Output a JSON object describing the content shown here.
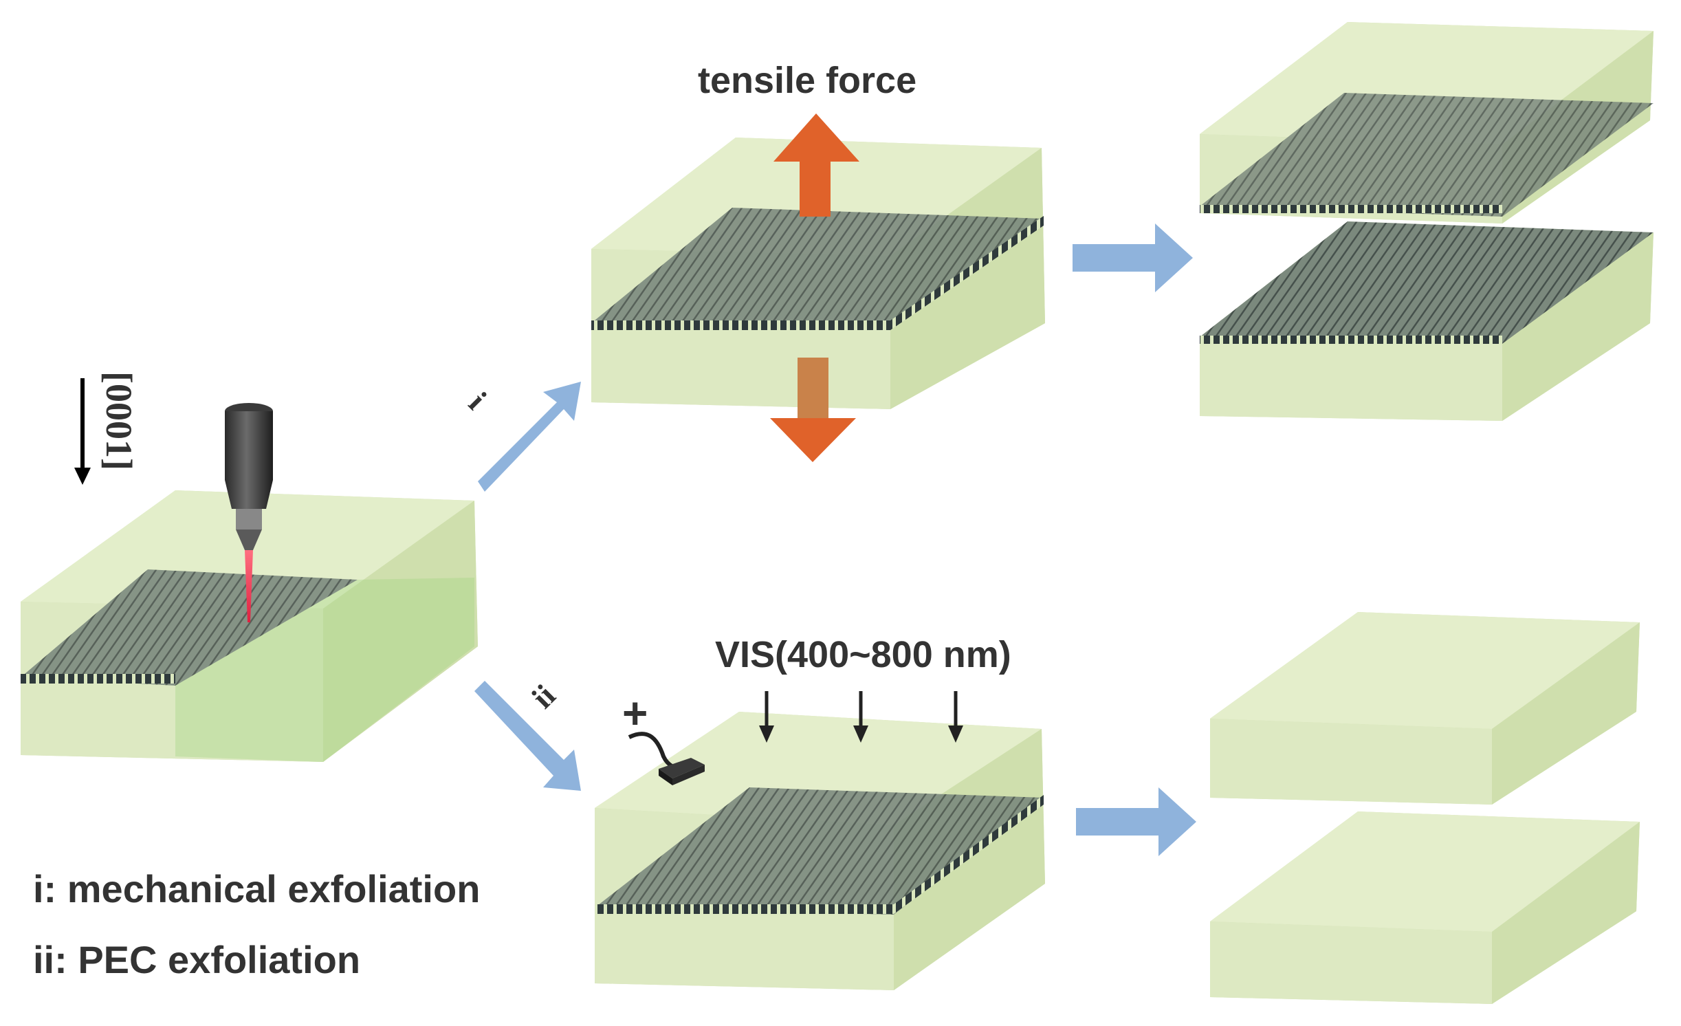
{
  "labels": {
    "tensile_force": "tensile force",
    "vis_light": "VIS(400~800 nm)",
    "direction": "[0001]",
    "route_i": "i",
    "route_ii": "ii",
    "electrode_sign": "+"
  },
  "legend": {
    "item_i": "i: mechanical exfoliation",
    "item_ii": "ii: PEC exfoliation"
  },
  "colors": {
    "block_top": "#e6f0cc",
    "block_front": "#dbe8bf",
    "block_side": "#cfdfae",
    "layer": "#4f5a58",
    "flow_arrow": "#8fb3dc",
    "force_arrow": "#e0622a",
    "laser": "#e8435a",
    "text": "#333333"
  }
}
